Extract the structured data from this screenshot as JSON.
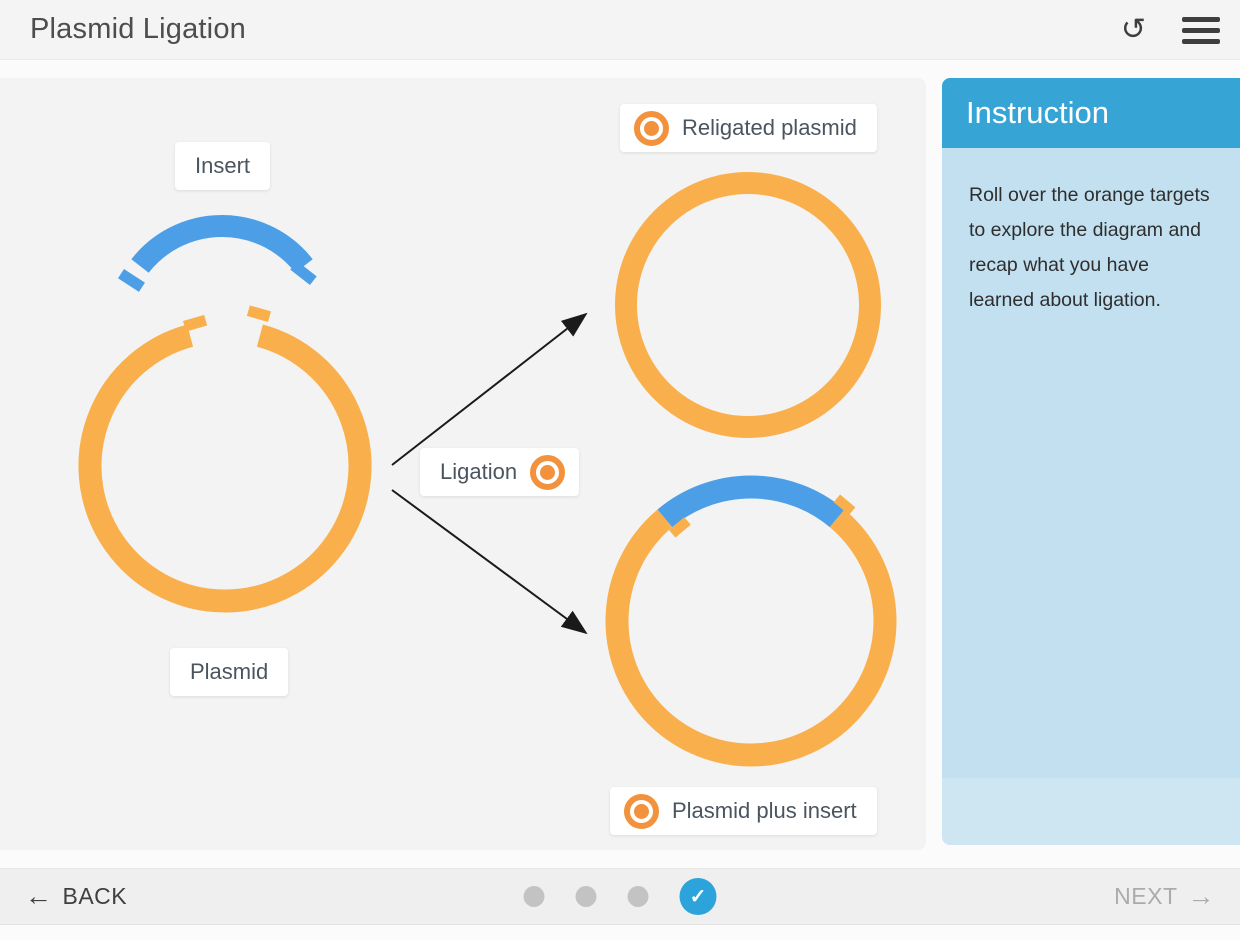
{
  "header": {
    "title": "Plasmid Ligation",
    "reset_icon": "↺"
  },
  "diagram": {
    "insert_label": "Insert",
    "plasmid_label": "Plasmid",
    "ligation_label": "Ligation",
    "religated_label": "Religated plasmid",
    "plasmid_plus_insert_label": "Plasmid plus insert",
    "colors": {
      "plasmid_orange": "#F9B04C",
      "insert_blue": "#4C9FE6",
      "target_orange": "#F2923C",
      "arrow_black": "#1A1A1A"
    }
  },
  "instruction": {
    "title": "Instruction",
    "body": "Roll over the orange targets to explore the diagram and recap what you have learned about ligation.",
    "colors": {
      "header_bg": "#37A4D6",
      "body_bg": "#C2E0F0",
      "footer_bg": "#CEE6F2"
    }
  },
  "footer": {
    "back_label": "BACK",
    "back_icon": "←",
    "next_label": "NEXT",
    "next_icon": "→",
    "check_icon": "✓",
    "progress_dots": [
      "incomplete",
      "incomplete",
      "incomplete",
      "complete"
    ]
  }
}
